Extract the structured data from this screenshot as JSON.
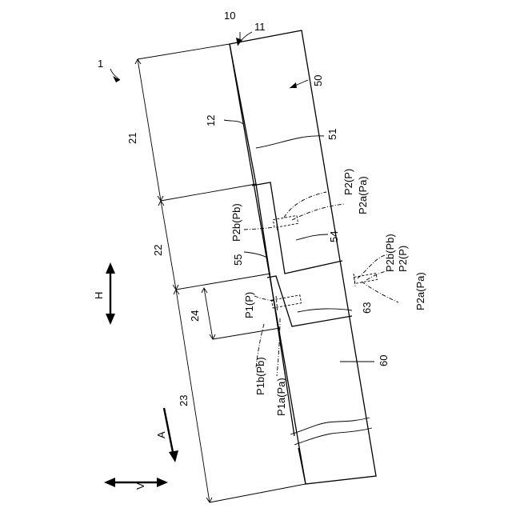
{
  "labels": {
    "l1": "1",
    "l10": "10",
    "l11": "11",
    "l12": "12",
    "l50": "50",
    "l51": "51",
    "l21": "21",
    "l22": "22",
    "l23": "23",
    "l24": "24",
    "l54": "54",
    "l55": "55",
    "l60": "60",
    "l63": "63",
    "p2_top": "P2(P)",
    "p2a_top": "P2a(Pa)",
    "p2b_top": "P2b(Pb)",
    "p2b_right": "P2b(Pb)",
    "p2_right": "P2(P)",
    "p2a_right": "P2a(Pa)",
    "p1": "P1(P)",
    "p1b": "P1b(Pb)",
    "p1a": "P1a(Pa)",
    "dir_h": "H",
    "dir_v": "V",
    "dir_a": "A"
  }
}
